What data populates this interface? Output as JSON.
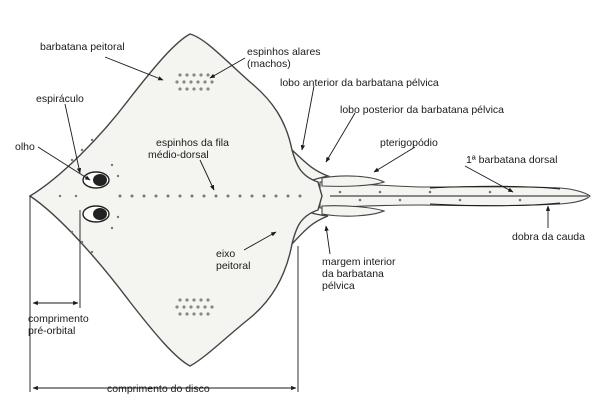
{
  "labels": {
    "barbatana_peitoral": "barbatana peitoral",
    "espinhos_alares_1": "espinhos alares",
    "espinhos_alares_2": "(machos)",
    "lobo_anterior": "lobo anterior da barbatana pélvica",
    "lobo_posterior": "lobo posterior da barbatana pélvica",
    "espiraculo": "espiráculo",
    "pterigopodio": "pterigopódio",
    "olho": "olho",
    "espinhos_fila_1": "espinhos da fila",
    "espinhos_fila_2": "médio-dorsal",
    "primeira_dorsal": "1ª barbatana dorsal",
    "dobra_cauda": "dobra da cauda",
    "eixo_1": "eixo",
    "eixo_2": "peitoral",
    "margem_1": "margem interior",
    "margem_2": "da barbatana",
    "margem_3": "pélvica",
    "comprimento_1": "comprimento",
    "comprimento_2": "pré-orbital",
    "comprimento_disco": "comprimento do disco"
  }
}
